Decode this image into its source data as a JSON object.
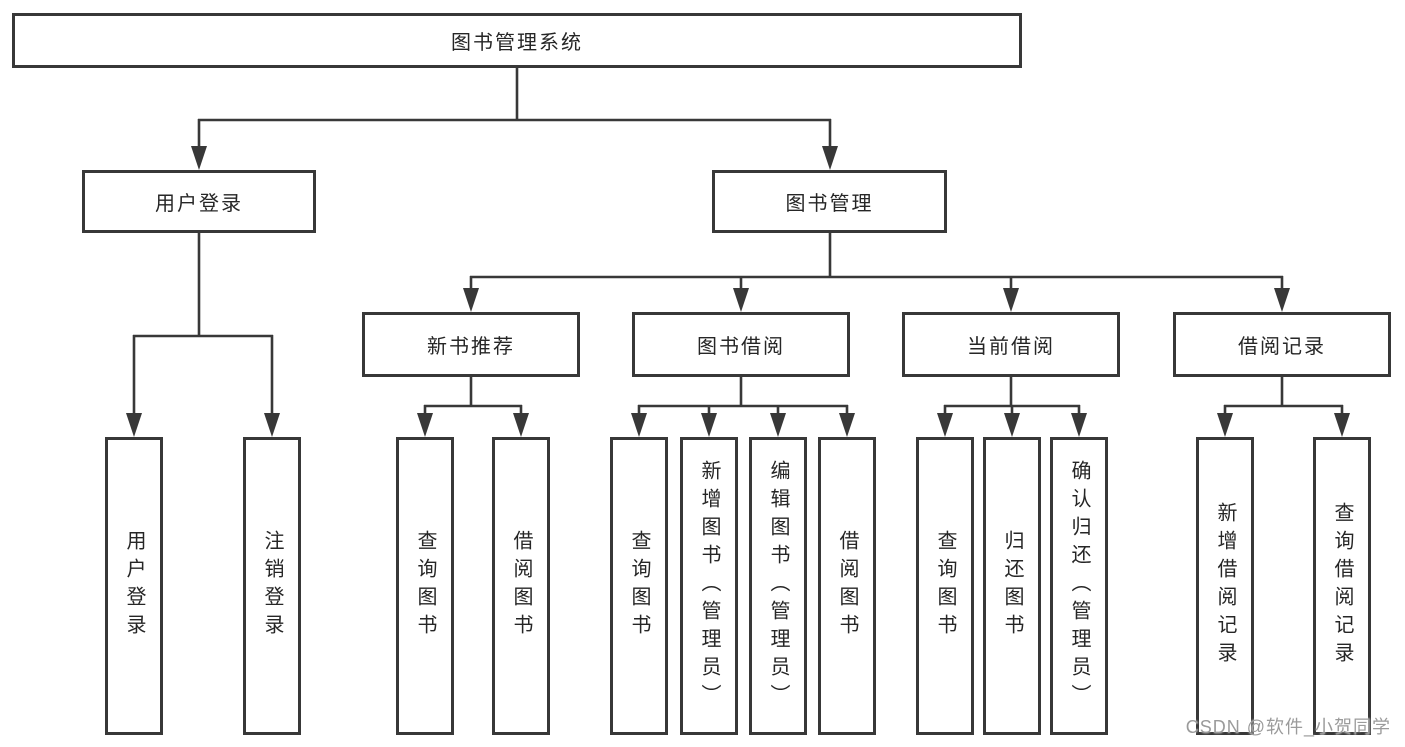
{
  "diagram": {
    "title": "图书管理系统",
    "root": "图书管理系统",
    "branches": [
      {
        "label": "用户登录"
      },
      {
        "label": "图书管理"
      }
    ],
    "modules": [
      {
        "label": "新书推荐"
      },
      {
        "label": "图书借阅"
      },
      {
        "label": "当前借阅"
      },
      {
        "label": "借阅记录"
      }
    ],
    "leaves": [
      {
        "label": "用户登录"
      },
      {
        "label": "注销登录"
      },
      {
        "label": "查询图书"
      },
      {
        "label": "借阅图书"
      },
      {
        "label": "查询图书"
      },
      {
        "label": "新增图书（管理员）"
      },
      {
        "label": "编辑图书（管理员）"
      },
      {
        "label": "借阅图书"
      },
      {
        "label": "查询图书"
      },
      {
        "label": "归还图书"
      },
      {
        "label": "确认归还（管理员）"
      },
      {
        "label": "新增借阅记录"
      },
      {
        "label": "查询借阅记录"
      }
    ]
  },
  "watermark": "CSDN @软件_小贺同学",
  "colors": {
    "line": "#383838",
    "border": "#383838",
    "text": "#262626",
    "background": "#ffffff",
    "watermark": "#9b9b9b"
  }
}
